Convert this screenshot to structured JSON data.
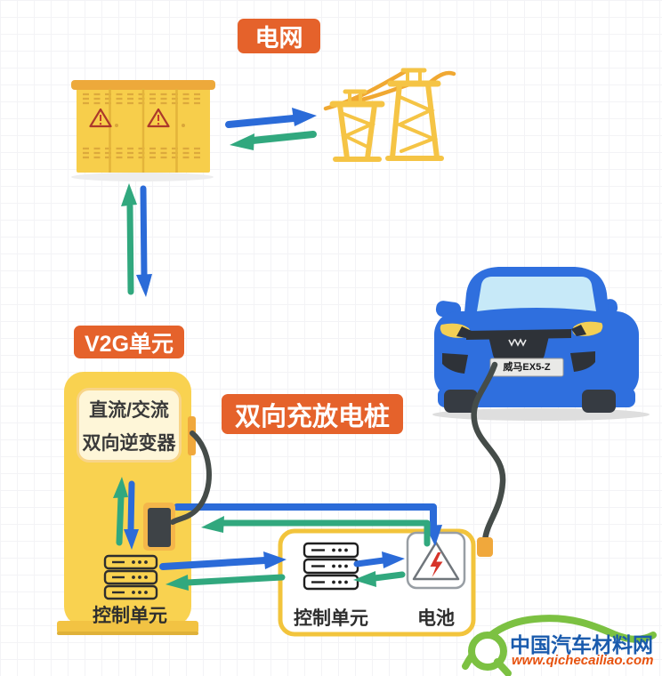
{
  "nodes": {
    "grid_label": "电网",
    "v2g_label": "V2G单元",
    "charger_label": "双向充放电桩",
    "inverter_line1": "直流/交流",
    "inverter_line2": "双向逆变器",
    "pile_control_label": "控制单元",
    "car_control_label": "控制单元",
    "battery_label": "电池"
  },
  "vehicle": {
    "license_plate": "威马EX5-Z"
  },
  "watermark": {
    "site_name": "中国汽车材料网",
    "site_url": "www.qichecailiao.com"
  },
  "flows": [
    {
      "from": "transformer-cabinet",
      "to": "power-towers",
      "style": "blue-right / green-left bidirectional"
    },
    {
      "from": "transformer-cabinet",
      "to": "v2g-charging-pile",
      "style": "green-up / blue-down bidirectional"
    },
    {
      "from": "inverter",
      "to": "pile-control-unit",
      "style": "green-up / blue-down bidirectional"
    },
    {
      "from": "pile-socket",
      "to": "vehicle-battery",
      "style": "blue-right-down / green-left bidirectional"
    },
    {
      "from": "pile-control-unit",
      "to": "car-control-unit",
      "style": "blue-right / green-left bidirectional"
    },
    {
      "from": "car-control-unit",
      "to": "battery",
      "style": "blue-right / green-left bidirectional"
    }
  ],
  "icons": [
    "transformer-cabinet-icon",
    "warning-triangle-icon",
    "power-tower-icon",
    "server-rack-icon",
    "battery-warning-icon",
    "charging-cable",
    "car-illustration",
    "watermark-car-logo"
  ],
  "colors": {
    "accent_orange": "#E5622B",
    "cabinet_yellow": "#F7CE4B",
    "pile_yellow": "#F9D250",
    "arrow_blue": "#2B6BD8",
    "arrow_green": "#31A87E",
    "car_blue": "#2F6FDE",
    "box_border_yellow": "#F2C43C",
    "watermark_green": "#7CC142",
    "watermark_blue": "#1A5BAD",
    "watermark_orange": "#E7520E"
  }
}
